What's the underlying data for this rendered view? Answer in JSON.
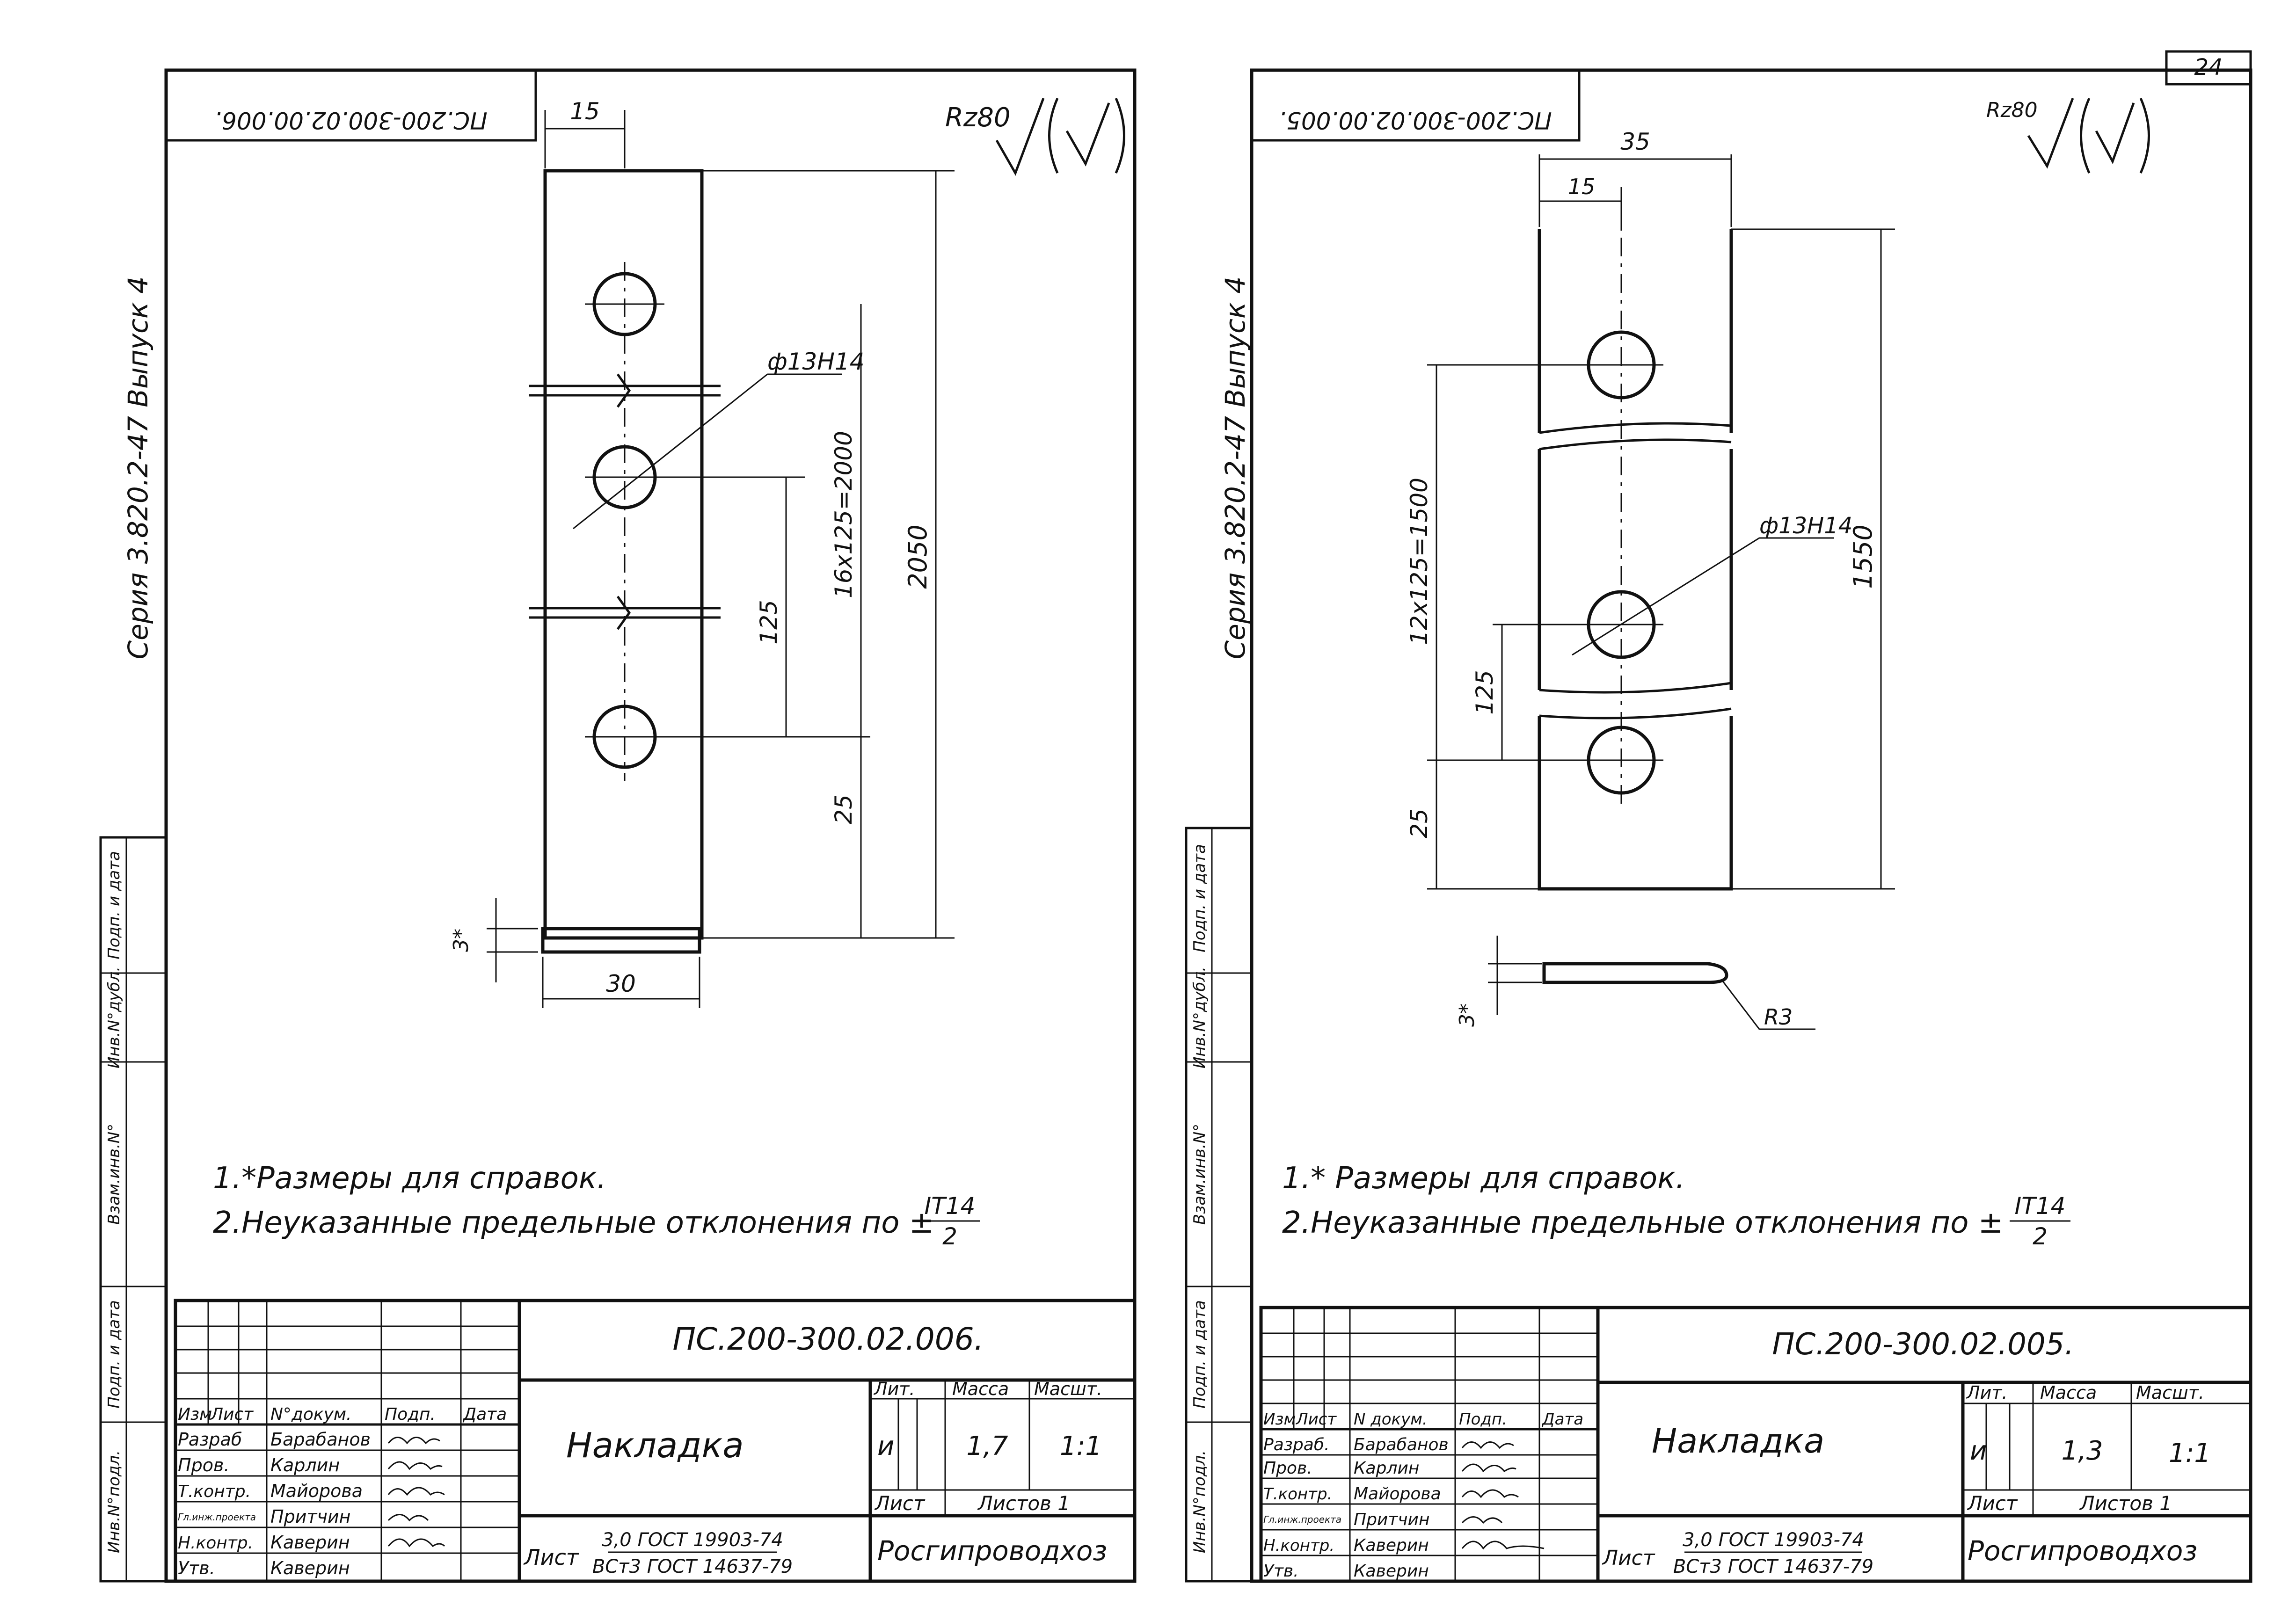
{
  "page_number": "24",
  "sheets": [
    {
      "id": "left",
      "mirrored_code": "ПС.200-300.02.00.006.",
      "series_margin": "Серия 3.820.2-47 Выпуск 4",
      "roughness": "Rz80",
      "dimensions": {
        "top_width": "15",
        "hole_diameter": "ф13Н14",
        "pitch": "125",
        "pitch_total": "16х125=2000",
        "length": "2050",
        "end_offset": "25",
        "thickness": "3*",
        "section_width": "30"
      },
      "notes": [
        "1.*Размеры для справок.",
        "2.Неуказанные предельные отклонения по ±"
      ],
      "tolerance_fraction": {
        "numerator": "IT14",
        "denominator": "2"
      },
      "title_block": {
        "designation": "ПС.200-300.02.006.",
        "name": "Накладка",
        "lit_label": "Лит.",
        "mass_label": "Масса",
        "scale_label": "Масшт.",
        "lit_value": "и",
        "mass_value": "1,7",
        "scale_value": "1:1",
        "sheet_label": "Лист",
        "sheets_label": "Листов 1",
        "material_prefix": "Лист",
        "material_top": "3,0 ГОСТ 19903-74",
        "material_bottom": "ВСт3 ГОСТ 14637-79",
        "organization": "Росгипроводхоз",
        "header_cols": [
          "Изм",
          "Лист",
          "N°докум.",
          "Подп.",
          "Дата"
        ],
        "signers": [
          {
            "role": "Разраб",
            "name": "Барабанов"
          },
          {
            "role": "Пров.",
            "name": "Карлин"
          },
          {
            "role": "Т.контр.",
            "name": "Майорова"
          },
          {
            "role": "Гл.инж.проекта",
            "name": "Притчин"
          },
          {
            "role": "Н.контр.",
            "name": "Каверин"
          },
          {
            "role": "Утв.",
            "name": "Каверин"
          }
        ]
      },
      "side_stamp": [
        "Инв.N°подл.",
        "Подп. и дата",
        "Взам.инв.N°",
        "Инв.N°дубл.",
        "Подп. и дата"
      ]
    },
    {
      "id": "right",
      "mirrored_code": "ПС.200-300.02.00.005.",
      "series_margin": "Серия 3.820.2-47 Выпуск 4",
      "roughness": "Rz80",
      "dimensions": {
        "top_width": "35",
        "edge_offset": "15",
        "hole_diameter": "ф13Н14",
        "pitch": "125",
        "pitch_total": "12х125=1500",
        "length": "1550",
        "end_offset": "25",
        "thickness": "3*",
        "radius": "R3"
      },
      "notes": [
        "1.* Размеры для справок.",
        "2.Неуказанные предельные отклонения по ±"
      ],
      "tolerance_fraction": {
        "numerator": "IT14",
        "denominator": "2"
      },
      "title_block": {
        "designation": "ПС.200-300.02.005.",
        "name": "Накладка",
        "lit_label": "Лит.",
        "mass_label": "Масса",
        "scale_label": "Масшт.",
        "lit_value": "и",
        "mass_value": "1,3",
        "scale_value": "1:1",
        "sheet_label": "Лист",
        "sheets_label": "Листов 1",
        "material_prefix": "Лист",
        "material_top": "3,0 ГОСТ 19903-74",
        "material_bottom": "ВСт3 ГОСТ 14637-79",
        "organization": "Росгипроводхоз",
        "header_cols": [
          "Изм",
          "Лист",
          "N докум.",
          "Подп.",
          "Дата"
        ],
        "signers": [
          {
            "role": "Разраб.",
            "name": "Барабанов"
          },
          {
            "role": "Пров.",
            "name": "Карлин"
          },
          {
            "role": "Т.контр.",
            "name": "Майорова"
          },
          {
            "role": "Гл.инж.проекта",
            "name": "Притчин"
          },
          {
            "role": "Н.контр.",
            "name": "Каверин"
          },
          {
            "role": "Утв.",
            "name": "Каверин"
          }
        ]
      },
      "side_stamp": [
        "Инв.N°подл.",
        "Подп. и дата",
        "Взам.инв.N°",
        "Инв.N°дубл.",
        "Подп. и дата"
      ]
    }
  ]
}
